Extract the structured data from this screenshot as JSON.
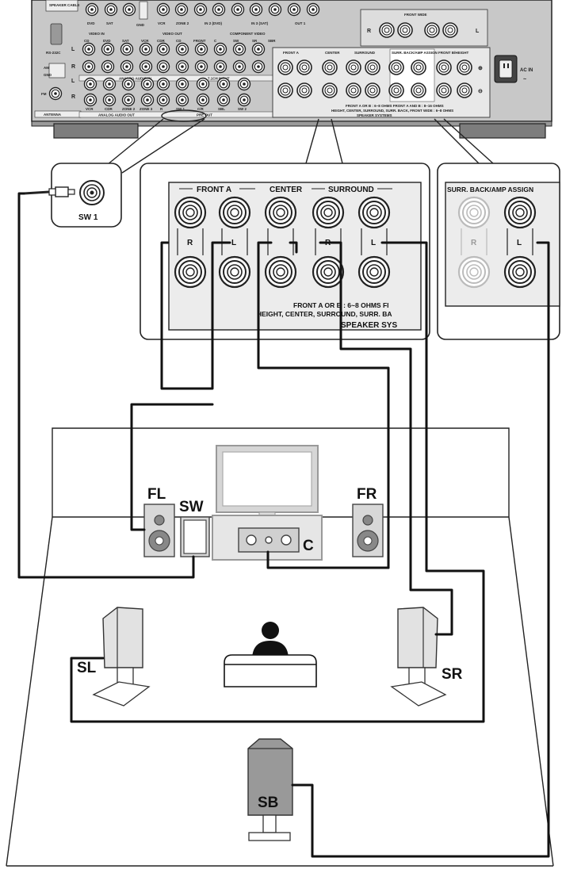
{
  "receiver": {
    "top_labels": [
      "SPEAKER CABLE",
      "DVD",
      "SAT",
      "GND",
      "VCR",
      "ZONE 2",
      "IN 2 (DVD)",
      "IN 3 (SAT)",
      "OUT 1",
      "FRONT WIDE"
    ],
    "row_labels": [
      "VIDEO IN",
      "VIDEO OUT",
      "COMPONENT VIDEO",
      "ANALOG AUDIO IN",
      "7.1CH INPUT",
      "ANALOG AUDIO OUT",
      "PRE OUT",
      "ANTENNA",
      "RS-232C",
      "AM",
      "GND",
      "FM",
      "SPEAKER SYSTEMS"
    ],
    "jack_labels_in": [
      "CD",
      "DVD",
      "SAT",
      "VCR",
      "CDR",
      "CD",
      "FRONT",
      "C",
      "SW",
      "SR",
      "SBR"
    ],
    "jack_labels_out": [
      "VCR",
      "CDR",
      "ZONE 2",
      "ZONE 3",
      "R",
      "SW 1",
      "C/R",
      "SBL",
      "SW 2"
    ],
    "speaker_headers": [
      "FRONT A",
      "CENTER",
      "SURROUND",
      "SURR. BACK/AMP ASSIGN",
      "FRONT B/HEIGHT"
    ],
    "impedance_line1": "FRONT A OR B : 6~8 OHMS     FRONT A AND B : 8~16 OHMS",
    "impedance_line2": "HEIGHT, CENTER, SURROUND, SURR. BACK, FRONT WIDE : 6~8 OHMS",
    "ac_in": "AC IN",
    "ac_symbol": "~"
  },
  "callout_sw": {
    "label": "SW 1"
  },
  "callout_main": {
    "headers": [
      "FRONT A",
      "CENTER",
      "SURROUND"
    ],
    "channel_labels": [
      "R",
      "L",
      "R",
      "L"
    ],
    "impedance_line1": "FRONT A  OR  B : 6~8 OHMS        FI",
    "impedance_line2": "HEIGHT, CENTER, SURROUND, SURR. BA",
    "footer": "SPEAKER SYS"
  },
  "callout_back": {
    "header": "SURR. BACK/AMP ASSIGN",
    "channel_labels": [
      "R",
      "L"
    ]
  },
  "speakers": {
    "front_left": "FL",
    "subwoofer": "SW",
    "front_right": "FR",
    "center": "C",
    "surround_left": "SL",
    "surround_right": "SR",
    "surround_back": "SB"
  }
}
